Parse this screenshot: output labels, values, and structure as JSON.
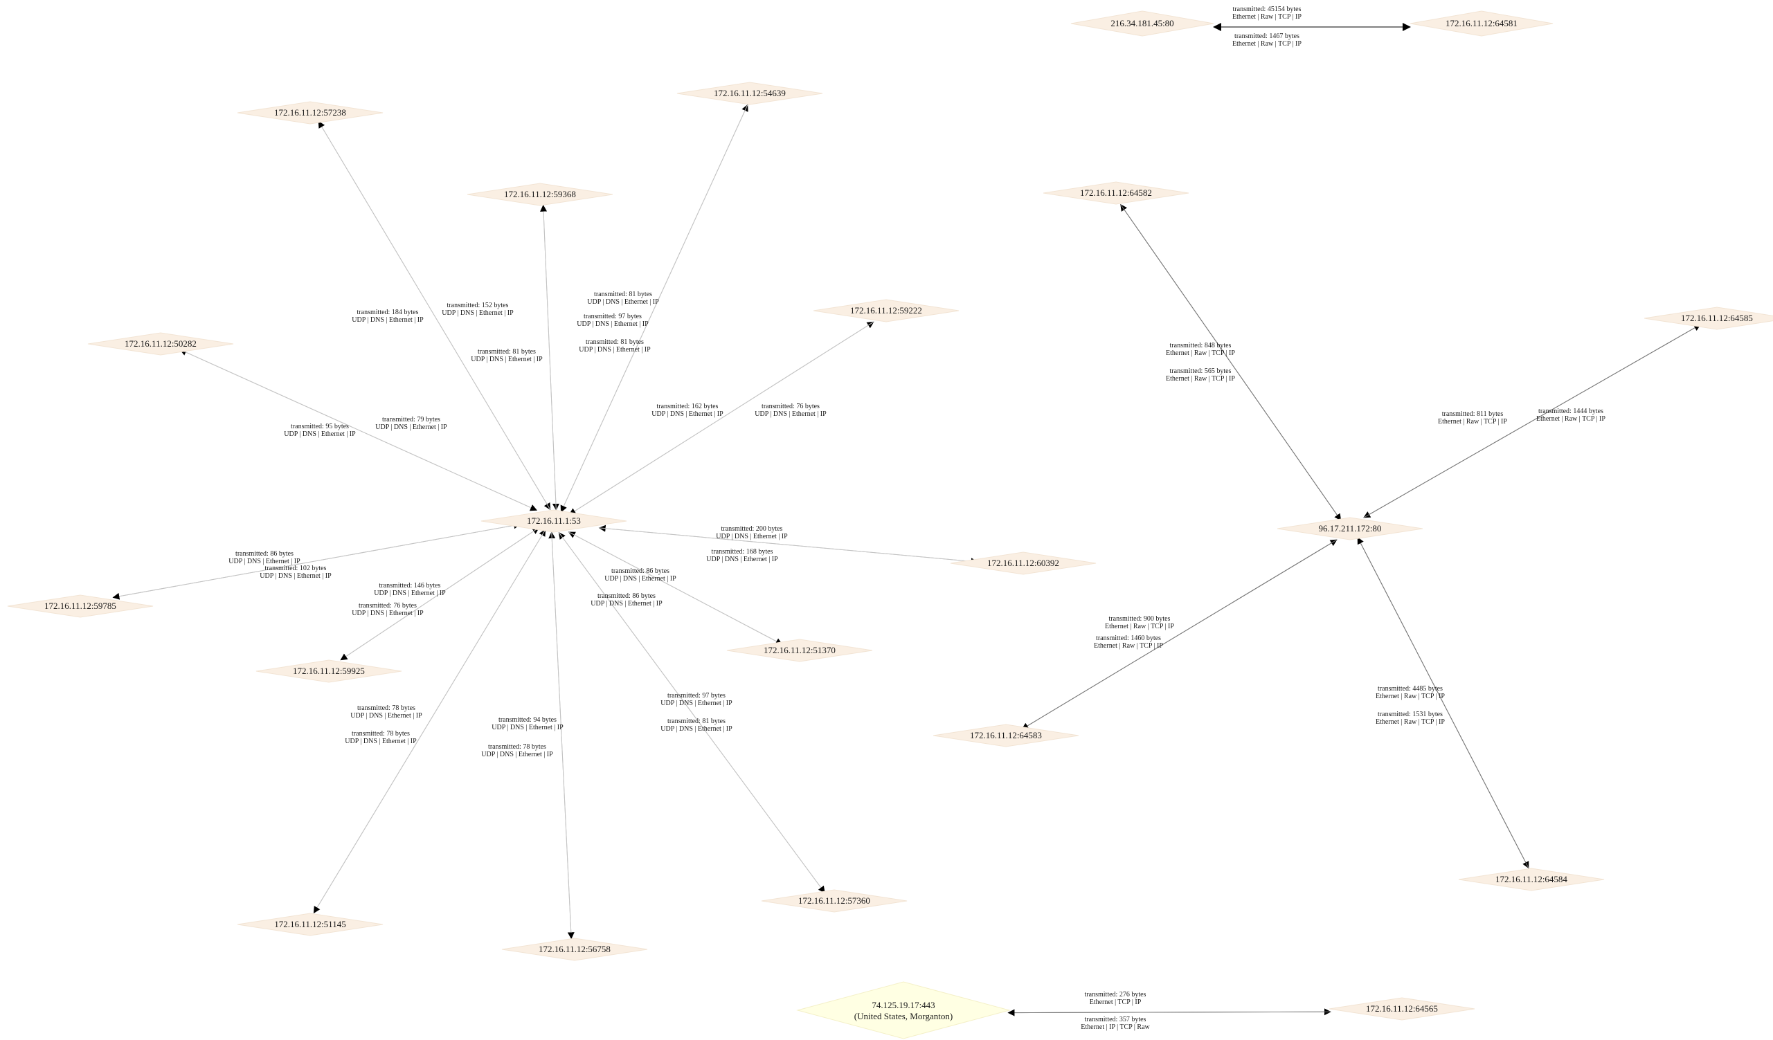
{
  "nodes": [
    {
      "id": "dns",
      "label": "172.16.11.1:53"
    },
    {
      "id": "p57238",
      "label": "172.16.11.12:57238"
    },
    {
      "id": "p54639",
      "label": "172.16.11.12:54639"
    },
    {
      "id": "p59368",
      "label": "172.16.11.12:59368"
    },
    {
      "id": "p59222",
      "label": "172.16.11.12:59222"
    },
    {
      "id": "p50282",
      "label": "172.16.11.12:50282"
    },
    {
      "id": "p60392",
      "label": "172.16.11.12:60392"
    },
    {
      "id": "p59785",
      "label": "172.16.11.12:59785"
    },
    {
      "id": "p51370",
      "label": "172.16.11.12:51370"
    },
    {
      "id": "p59925",
      "label": "172.16.11.12:59925"
    },
    {
      "id": "p57360",
      "label": "172.16.11.12:57360"
    },
    {
      "id": "p51145",
      "label": "172.16.11.12:51145"
    },
    {
      "id": "p56758",
      "label": "172.16.11.12:56758"
    },
    {
      "id": "web",
      "label": "96.17.211.172:80"
    },
    {
      "id": "p64582",
      "label": "172.16.11.12:64582"
    },
    {
      "id": "p64585",
      "label": "172.16.11.12:64585"
    },
    {
      "id": "p64583",
      "label": "172.16.11.12:64583"
    },
    {
      "id": "p64584",
      "label": "172.16.11.12:64584"
    },
    {
      "id": "ext1",
      "label": "216.34.181.45:80"
    },
    {
      "id": "p64581",
      "label": "172.16.11.12:64581"
    },
    {
      "id": "geo",
      "label": "74.125.19.17:443",
      "sublabel": "(United States, Morganton)"
    },
    {
      "id": "p64565",
      "label": "172.16.11.12:64565"
    }
  ],
  "edges": [
    {
      "from": "p57238",
      "to": "dns",
      "bytes": "transmitted: 152 bytes",
      "proto": "UDP | DNS | Ethernet | IP"
    },
    {
      "from": "dns",
      "to": "p57238",
      "bytes": "transmitted: 184 bytes",
      "proto": "UDP | DNS | Ethernet | IP"
    },
    {
      "from": "p59368",
      "to": "dns",
      "bytes": "transmitted: 81 bytes",
      "proto": "UDP | DNS | Ethernet | IP"
    },
    {
      "from": "dns",
      "to": "p59368",
      "bytes": "transmitted: 97 bytes",
      "proto": "UDP | DNS | Ethernet | IP"
    },
    {
      "from": "dns",
      "to": "p54639",
      "bytes": "transmitted: 81 bytes",
      "proto": "UDP | DNS | Ethernet | IP"
    },
    {
      "from": "p54639",
      "to": "dns",
      "bytes": "transmitted: 81 bytes",
      "proto": "UDP | DNS | Ethernet | IP"
    },
    {
      "from": "dns",
      "to": "p59222",
      "bytes": "transmitted: 162 bytes",
      "proto": "UDP | DNS | Ethernet | IP"
    },
    {
      "from": "p59222",
      "to": "dns",
      "bytes": "transmitted: 76 bytes",
      "proto": "UDP | DNS | Ethernet | IP"
    },
    {
      "from": "dns",
      "to": "p50282",
      "bytes": "transmitted: 95 bytes",
      "proto": "UDP | DNS | Ethernet | IP"
    },
    {
      "from": "p50282",
      "to": "dns",
      "bytes": "transmitted: 79 bytes",
      "proto": "UDP | DNS | Ethernet | IP"
    },
    {
      "from": "p60392",
      "to": "dns",
      "bytes": "transmitted: 200 bytes",
      "proto": "UDP | DNS | Ethernet | IP"
    },
    {
      "from": "dns",
      "to": "p60392",
      "bytes": "transmitted: 168 bytes",
      "proto": "UDP | DNS | Ethernet | IP"
    },
    {
      "from": "p59785",
      "to": "dns",
      "bytes": "transmitted: 86 bytes",
      "proto": "UDP | DNS | Ethernet | IP"
    },
    {
      "from": "dns",
      "to": "p59785",
      "bytes": "transmitted: 102 bytes",
      "proto": "UDP | DNS | Ethernet | IP"
    },
    {
      "from": "p51370",
      "to": "dns",
      "bytes": "transmitted: 86 bytes",
      "proto": "UDP | DNS | Ethernet | IP"
    },
    {
      "from": "dns",
      "to": "p51370",
      "bytes": "transmitted: 86 bytes",
      "proto": "UDP | DNS | Ethernet | IP"
    },
    {
      "from": "p59925",
      "to": "dns",
      "bytes": "transmitted: 146 bytes",
      "proto": "UDP | DNS | Ethernet | IP"
    },
    {
      "from": "dns",
      "to": "p59925",
      "bytes": "transmitted: 76 bytes",
      "proto": "UDP | DNS | Ethernet | IP"
    },
    {
      "from": "p57360",
      "to": "dns",
      "bytes": "transmitted: 97 bytes",
      "proto": "UDP | DNS | Ethernet | IP"
    },
    {
      "from": "dns",
      "to": "p57360",
      "bytes": "transmitted: 81 bytes",
      "proto": "UDP | DNS | Ethernet | IP"
    },
    {
      "from": "p51145",
      "to": "dns",
      "bytes": "transmitted: 78 bytes",
      "proto": "UDP | DNS | Ethernet | IP"
    },
    {
      "from": "dns",
      "to": "p51145",
      "bytes": "transmitted: 78 bytes",
      "proto": "UDP | DNS | Ethernet | IP"
    },
    {
      "from": "p56758",
      "to": "dns",
      "bytes": "transmitted: 94 bytes",
      "proto": "UDP | DNS | Ethernet | IP"
    },
    {
      "from": "dns",
      "to": "p56758",
      "bytes": "transmitted: 78 bytes",
      "proto": "UDP | DNS | Ethernet | IP"
    },
    {
      "from": "web",
      "to": "p64582",
      "bytes": "transmitted: 848 bytes",
      "proto": "Ethernet | Raw | TCP | IP"
    },
    {
      "from": "p64582",
      "to": "web",
      "bytes": "transmitted: 565 bytes",
      "proto": "Ethernet | Raw | TCP | IP"
    },
    {
      "from": "p64585",
      "to": "web",
      "bytes": "transmitted: 811 bytes",
      "proto": "Ethernet | Raw | TCP | IP"
    },
    {
      "from": "web",
      "to": "p64585",
      "bytes": "transmitted: 1444 bytes",
      "proto": "Ethernet | Raw | TCP | IP"
    },
    {
      "from": "p64583",
      "to": "web",
      "bytes": "transmitted: 900 bytes",
      "proto": "Ethernet | Raw | TCP | IP"
    },
    {
      "from": "web",
      "to": "p64583",
      "bytes": "transmitted: 1460 bytes",
      "proto": "Ethernet | Raw | TCP | IP"
    },
    {
      "from": "web",
      "to": "p64584",
      "bytes": "transmitted: 4485 bytes",
      "proto": "Ethernet | Raw | TCP | IP"
    },
    {
      "from": "p64584",
      "to": "web",
      "bytes": "transmitted: 1531 bytes",
      "proto": "Ethernet | Raw | TCP | IP"
    },
    {
      "from": "ext1",
      "to": "p64581",
      "bytes": "transmitted: 45154 bytes",
      "proto": "Ethernet | Raw | TCP | IP"
    },
    {
      "from": "p64581",
      "to": "ext1",
      "bytes": "transmitted: 1467 bytes",
      "proto": "Ethernet | Raw | TCP | IP"
    },
    {
      "from": "geo",
      "to": "p64565",
      "bytes": "transmitted: 276 bytes",
      "proto": "Ethernet | TCP | IP"
    },
    {
      "from": "p64565",
      "to": "geo",
      "bytes": "transmitted: 357 bytes",
      "proto": "Ethernet | IP | TCP | Raw"
    }
  ]
}
